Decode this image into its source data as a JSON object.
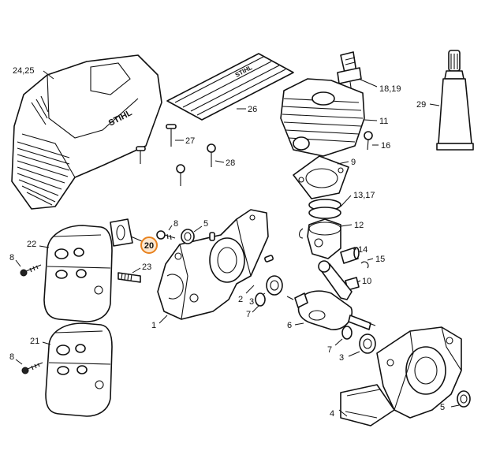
{
  "callouts": {
    "c24_25": "24,25",
    "c26": "26",
    "c27": "27",
    "c28": "28",
    "c18_19": "18,19",
    "c29": "29",
    "c11": "11",
    "c16": "16",
    "c9": "9",
    "c13_17": "13,17",
    "c12": "12",
    "c14": "14",
    "c15": "15",
    "c10": "10",
    "c22": "22",
    "c8a": "8",
    "c8b": "8",
    "c8c": "8",
    "c5a": "5",
    "c5b": "5",
    "c20": "20",
    "c23": "23",
    "c2": "2",
    "c3a": "3",
    "c3b": "3",
    "c7a": "7",
    "c7b": "7",
    "c6": "6",
    "c1": "1",
    "c21": "21",
    "c4": "4"
  },
  "brand": {
    "shroud_logo": "STIHL",
    "label_sheet": "STIHL"
  },
  "highlight": {
    "color": "#e8821e",
    "fill": "#fde7cf",
    "part": "20"
  }
}
